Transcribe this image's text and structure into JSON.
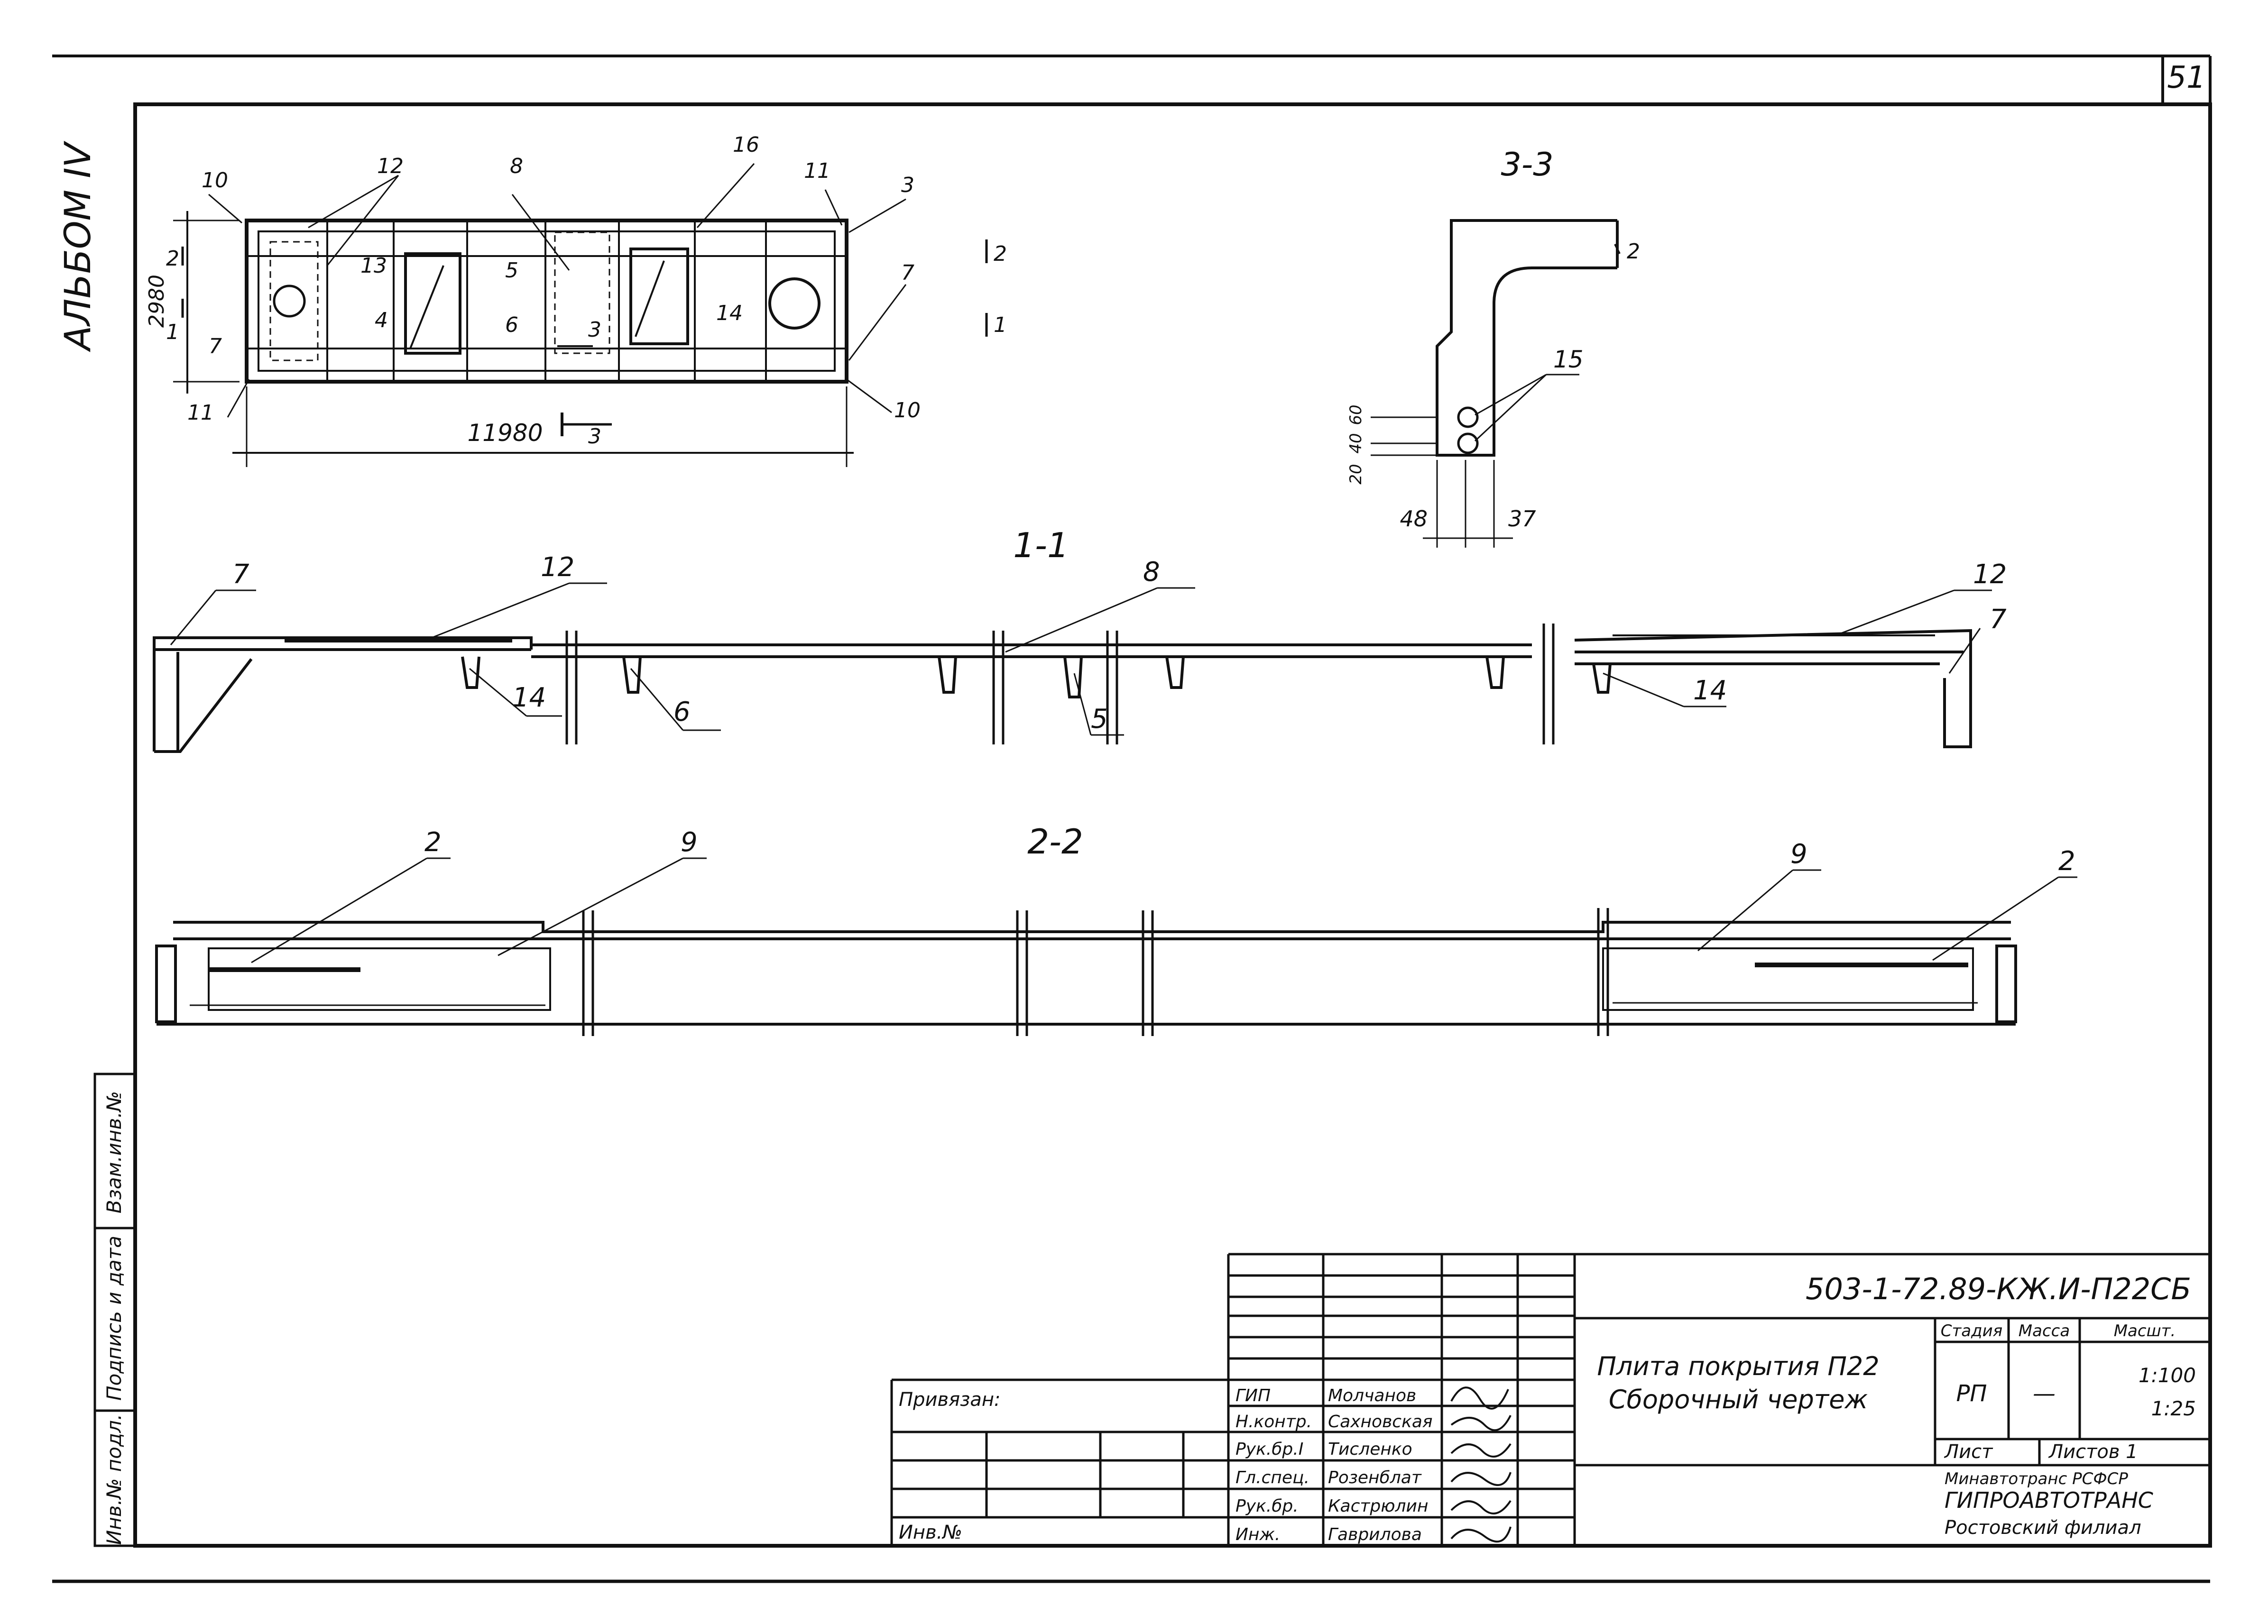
{
  "sheet": {
    "page_number": "51",
    "album_label": "АЛЬБОМ IV",
    "side_stamp": [
      "Инв.№ подл.",
      "Подпись и дата",
      "Взам.инв.№"
    ]
  },
  "plan_view": {
    "dimension_length": "11980",
    "dimension_width": "2980",
    "callouts": [
      "10",
      "12",
      "8",
      "16",
      "11",
      "3",
      "2",
      "1",
      "13",
      "5",
      "6",
      "3",
      "14",
      "7",
      "4",
      "10",
      "11",
      "1",
      "2",
      "7",
      "3"
    ]
  },
  "section_11": {
    "title": "1-1",
    "callouts": [
      "7",
      "12",
      "8",
      "12",
      "7",
      "14",
      "6",
      "5",
      "14"
    ]
  },
  "section_22": {
    "title": "2-2",
    "callouts": [
      "2",
      "9",
      "9",
      "2"
    ]
  },
  "section_33": {
    "title": "3-3",
    "callout": "15",
    "dims": [
      "20",
      "40",
      "60",
      "48",
      "37"
    ],
    "mark": "2"
  },
  "title_block": {
    "doc_code": "503-1-72.89-КЖ.И-П22СБ",
    "title_lines": [
      "Плита покрытия П22",
      "Сборочный чертеж"
    ],
    "privyazan": "Привязан:",
    "inv_no": "Инв.№",
    "roles": [
      "ГИП",
      "Н.контр.",
      "Рук.бр.I",
      "Гл.спец.",
      "Рук.бр.",
      "Инж."
    ],
    "names": [
      "Молчанов",
      "Сахновская",
      "Тисленко",
      "Розенблат",
      "Кастрюлин",
      "Гаврилова"
    ],
    "stage_header": "Стадия",
    "mass_header": "Масса",
    "scale_header": "Масшт.",
    "stage": "РП",
    "mass": "—",
    "scale": [
      "1:100",
      "1:25"
    ],
    "sheet_label": "Лист",
    "sheets_label": "Листов 1",
    "org": [
      "Минавтотранс РСФСР",
      "ГИПРОАВТОТРАНС",
      "Ростовский филиал"
    ]
  }
}
